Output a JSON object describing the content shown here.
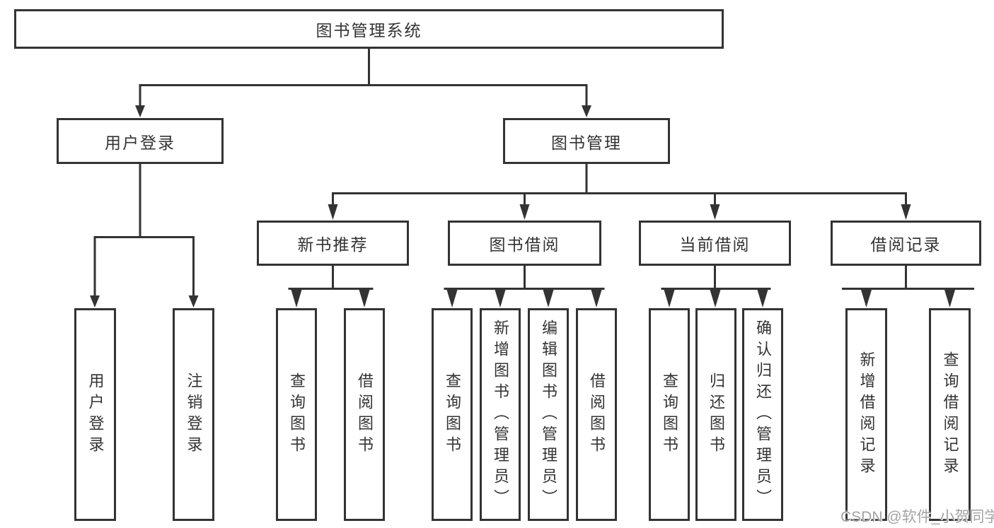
{
  "tree": {
    "label": "图书管理系统",
    "children": [
      {
        "label": "用户登录",
        "children": [
          {
            "label": "用户登录"
          },
          {
            "label": "注销登录"
          }
        ]
      },
      {
        "label": "图书管理",
        "children": [
          {
            "label": "新书推荐",
            "children": [
              {
                "label": "查询图书"
              },
              {
                "label": "借阅图书"
              }
            ]
          },
          {
            "label": "图书借阅",
            "children": [
              {
                "label": "查询图书"
              },
              {
                "label": "新增图书（管理员）"
              },
              {
                "label": "编辑图书（管理员）"
              },
              {
                "label": "借阅图书"
              }
            ]
          },
          {
            "label": "当前借阅",
            "children": [
              {
                "label": "查询图书"
              },
              {
                "label": "归还图书"
              },
              {
                "label": "确认归还（管理员）"
              }
            ]
          },
          {
            "label": "借阅记录",
            "children": [
              {
                "label": "新增借阅记录"
              },
              {
                "label": "查询借阅记录"
              }
            ]
          }
        ]
      }
    ]
  },
  "watermark": {
    "text": "CSDN @软件_小贺同学"
  },
  "colors": {
    "line": "#333333",
    "text": "#333333",
    "box_background": "#ffffff",
    "watermark": "#a3a3a3"
  }
}
